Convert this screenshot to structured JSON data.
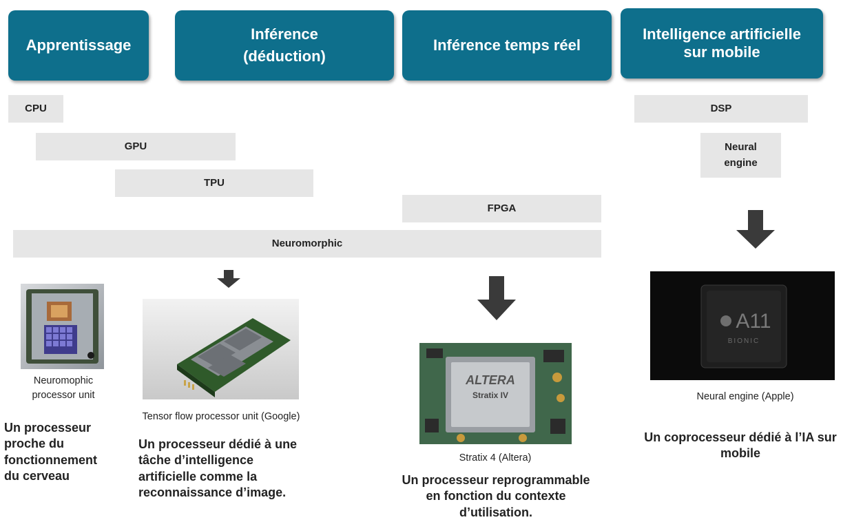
{
  "headers": {
    "apprentissage": "Apprentissage",
    "inference": "Inférence\n(déduction)",
    "inference_temps_reel": "Inférence temps réel",
    "ia_mobile": "Intelligence artificielle\nsur mobile"
  },
  "bars": {
    "cpu": "CPU",
    "gpu": "GPU",
    "tpu": "TPU",
    "fpga": "FPGA",
    "neuromorphic": "Neuromorphic",
    "dsp": "DSP",
    "neural_engine": "Neural\nengine"
  },
  "captions": {
    "neuromorphic": "Neuromophic\nprocessor unit",
    "tpu": "Tensor flow processor unit (Google)",
    "stratix": "Stratix 4 (Altera)",
    "apple": "Neural engine (Apple)"
  },
  "descriptions": {
    "neuromorphic": "Un processeur\nproche du\nfonctionnement\ndu cerveau",
    "tpu": "Un processeur dédié à une\ntâche d’intelligence\nartificielle comme la\nreconnaissance d’image.",
    "fpga": "Un processeur reprogrammable\nen fonction du contexte\nd’utilisation.",
    "neural_engine": "Un coprocesseur dédié à l’IA sur\nmobile"
  },
  "chip_labels": {
    "altera_brand": "ALTERA",
    "altera_model": "Stratix IV",
    "apple_model": "A11",
    "apple_sub": "BIONIC"
  },
  "colors": {
    "header_bg": "#0e6f8c",
    "bar_bg": "#e6e6e6",
    "arrow": "#3a3a3a"
  }
}
